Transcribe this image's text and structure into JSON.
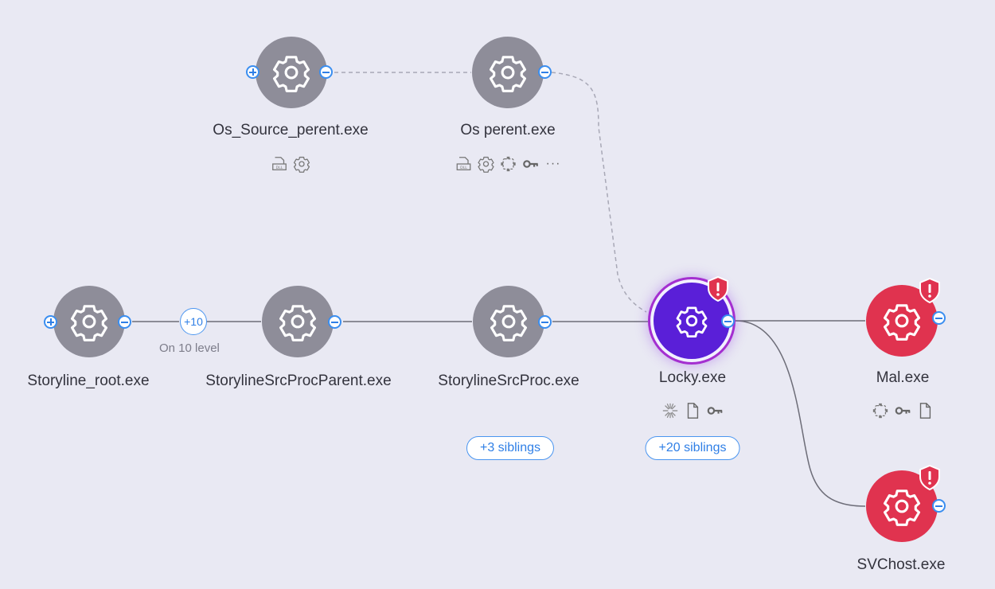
{
  "colors": {
    "background": "#e9e9f3",
    "node_gray": "#8e8d99",
    "node_red": "#e0334f",
    "node_purple": "#5a1fd8",
    "accent_blue": "#2f7fe6"
  },
  "nodes": {
    "os_source_parent": {
      "label": "Os_Source_perent.exe",
      "icons": [
        "dll-icon",
        "gear-icon"
      ]
    },
    "os_parent": {
      "label": "Os perent.exe",
      "icons": [
        "dll-icon",
        "gear-icon",
        "module-icon",
        "key-icon"
      ],
      "more": "···"
    },
    "storyline_root": {
      "label": "Storyline_root.exe"
    },
    "storyline_src_proc_parent": {
      "label": "StorylineSrcProcParent.exe"
    },
    "storyline_src_proc": {
      "label": "StorylineSrcProc.exe",
      "siblings": "+3 siblings"
    },
    "locky": {
      "label": "Locky.exe",
      "icons": [
        "burst-icon",
        "file-icon",
        "key-icon"
      ],
      "siblings": "+20 siblings"
    },
    "mal": {
      "label": "Mal.exe",
      "icons": [
        "module-icon",
        "key-icon",
        "file-icon"
      ]
    },
    "svchost": {
      "label": "SVChost.exe"
    }
  },
  "collapsed_level": {
    "count": "+10",
    "text": "On 10 level"
  }
}
